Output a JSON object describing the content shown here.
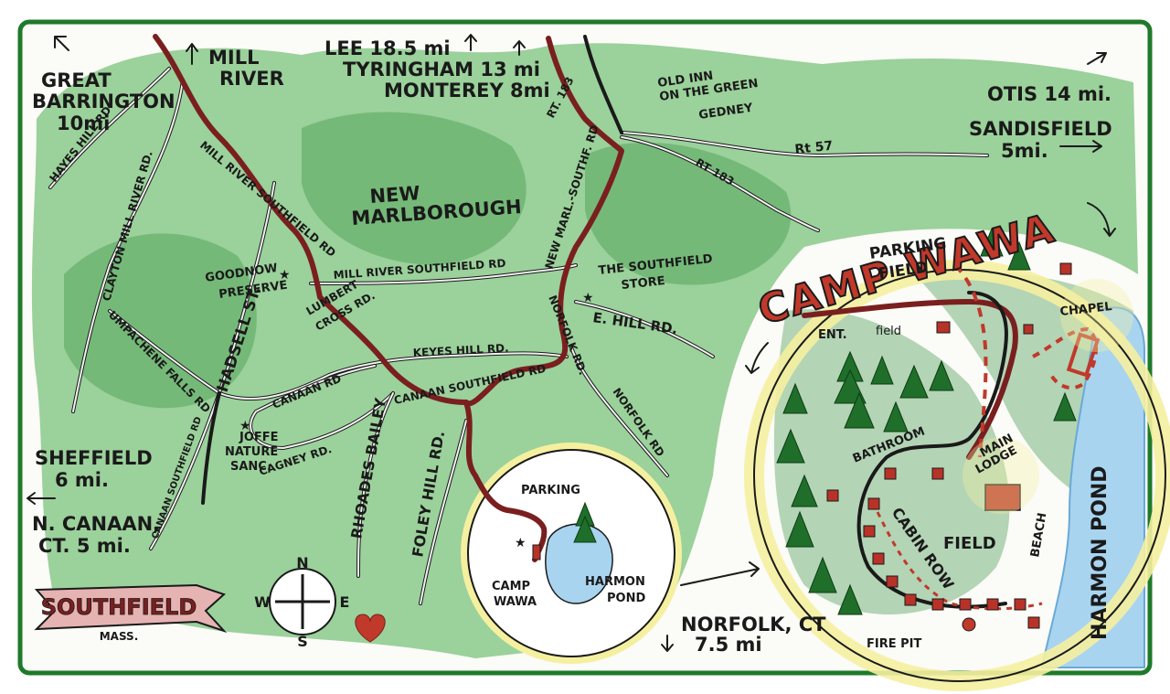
{
  "towns": {
    "great_barrington": [
      "GREAT",
      "BARRINGTON",
      "10mi"
    ],
    "mill_river": [
      "MILL",
      "RIVER"
    ],
    "lee": "LEE 18.5 mi",
    "tyringham": "TYRINGHAM 13 mi",
    "monterey": "MONTEREY 8mi",
    "old_inn": [
      "OLD INN",
      "ON THE GREEN"
    ],
    "gedney": "GEDNEY",
    "otis": "OTIS 14 mi.",
    "sandisfield": [
      "SANDISFIELD",
      "5mi."
    ],
    "new_marlborough": [
      "NEW",
      "MARLBOROUGH"
    ],
    "sheffield": [
      "SHEFFIELD",
      "6 mi."
    ],
    "n_canaan": [
      "N. CANAAN,",
      "CT. 5 mi."
    ],
    "norfolk": [
      "NORFOLK, CT",
      "7.5 mi"
    ]
  },
  "roads": {
    "hayes_hill": "HAYES HILL RD",
    "clayton_mill_river": "CLAYTON MILL RIVER RD.",
    "mill_river_southfield_1": "MILL RIVER SOUTHFIELD RD",
    "mill_river_southfield_2": "MILL RIVER SOUTHFIELD RD",
    "umpachene_falls": "UMPACHENE FALLS RD",
    "hadsell": "HADSELL ST.",
    "lumbert_cross": [
      "LUMBERT",
      "CROSS RD."
    ],
    "keyes_hill": "KEYES HILL RD.",
    "canaan_rd": "CANAAN RD",
    "canaan_southfield_rd": "CANAAN SOUTHFIELD RD",
    "canaan_southfield_west": "CANAAN SOUTHFIELD RD",
    "cagney": "CAGNEY RD.",
    "rhoades_bailey": "RHOADES BAILEY",
    "foley_hill": "FOLEY HILL RD.",
    "new_marl_southf": "NEW MARL.-SOUTHF. RD",
    "norfolk_rd_1": "NORFOLK RD.",
    "norfolk_rd_2": "NORFOLK RD",
    "e_hill": "E. HILL RD.",
    "rt183_north": "RT. 183",
    "rt183_east": "RT 183",
    "rt57": "Rt 57"
  },
  "places": {
    "goodnow": [
      "GOODNOW",
      "PRESERVE"
    ],
    "southfield_store": [
      "THE SOUTHFIELD",
      "STORE"
    ],
    "joffe": [
      "JOFFE",
      "NATURE",
      "SANC."
    ],
    "parking": "PARKING",
    "camp_wawa_small": [
      "CAMP",
      "WAWA"
    ],
    "harmon_pond_small": [
      "HARMON",
      "POND"
    ]
  },
  "camp_detail": {
    "title": "CAMP WAWA",
    "parking_field": [
      "PARKING",
      "FIELD"
    ],
    "ent": "ENT.",
    "field_small": "field",
    "chapel": "CHAPEL",
    "bathroom": "BATHROOM",
    "main_lodge": [
      "MAIN",
      "LODGE"
    ],
    "cabin_row": "CABIN ROW",
    "field": "FIELD",
    "beach": "BEACH",
    "fire_pit": "FIRE PIT",
    "harmon_pond": "HARMON POND"
  },
  "compass": {
    "n": "N",
    "s": "S",
    "e": "E",
    "w": "W"
  },
  "banner": {
    "name": "SOUTHFIELD",
    "state": "MASS."
  },
  "colors": {
    "forest": "#4caf50",
    "main_road": "#7a1f1f",
    "pond": "#a8d4f0",
    "border": "#1e7a2a",
    "camp_red": "#c0392b",
    "glow": "#f5f0a0"
  }
}
